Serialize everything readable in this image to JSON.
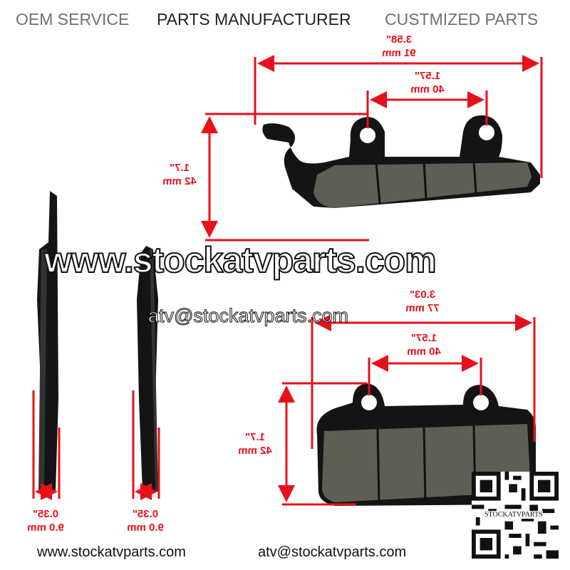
{
  "header": {
    "oem_service": "OEM SERVICE",
    "parts_manufacturer": "PARTS MANUFACTURER",
    "customized_parts": "CUSTMIZED PARTS"
  },
  "dimensions": {
    "top_width": {
      "inch": "3.58\"",
      "mm": "91 mm"
    },
    "top_hole_spacing": {
      "inch": "1.57\"",
      "mm": "40 mm"
    },
    "top_height": {
      "inch": "1.7\"",
      "mm": "42 mm"
    },
    "bottom_width": {
      "inch": "3.03\"",
      "mm": "77 mm"
    },
    "bottom_hole_spacing": {
      "inch": "1.57\"",
      "mm": "40 mm"
    },
    "bottom_height": {
      "inch": "1.7\"",
      "mm": "42 mm"
    },
    "thickness_left": {
      "inch": "0.35\"",
      "mm": "9.0 mm"
    },
    "thickness_right": {
      "inch": "0.35\"",
      "mm": "9.0 mm"
    }
  },
  "watermark": {
    "site": "www.stockatvparts.com",
    "email": "atv@stockatvparts.com"
  },
  "footer": {
    "site": "www.stockatvparts.com",
    "email": "atv@stockatvparts.com"
  },
  "qr": {
    "label": "STOCKATVPARTS"
  },
  "colors": {
    "dimension": "#e8101a",
    "pad_backing": "#111111",
    "pad_friction": "#5f5e55"
  }
}
